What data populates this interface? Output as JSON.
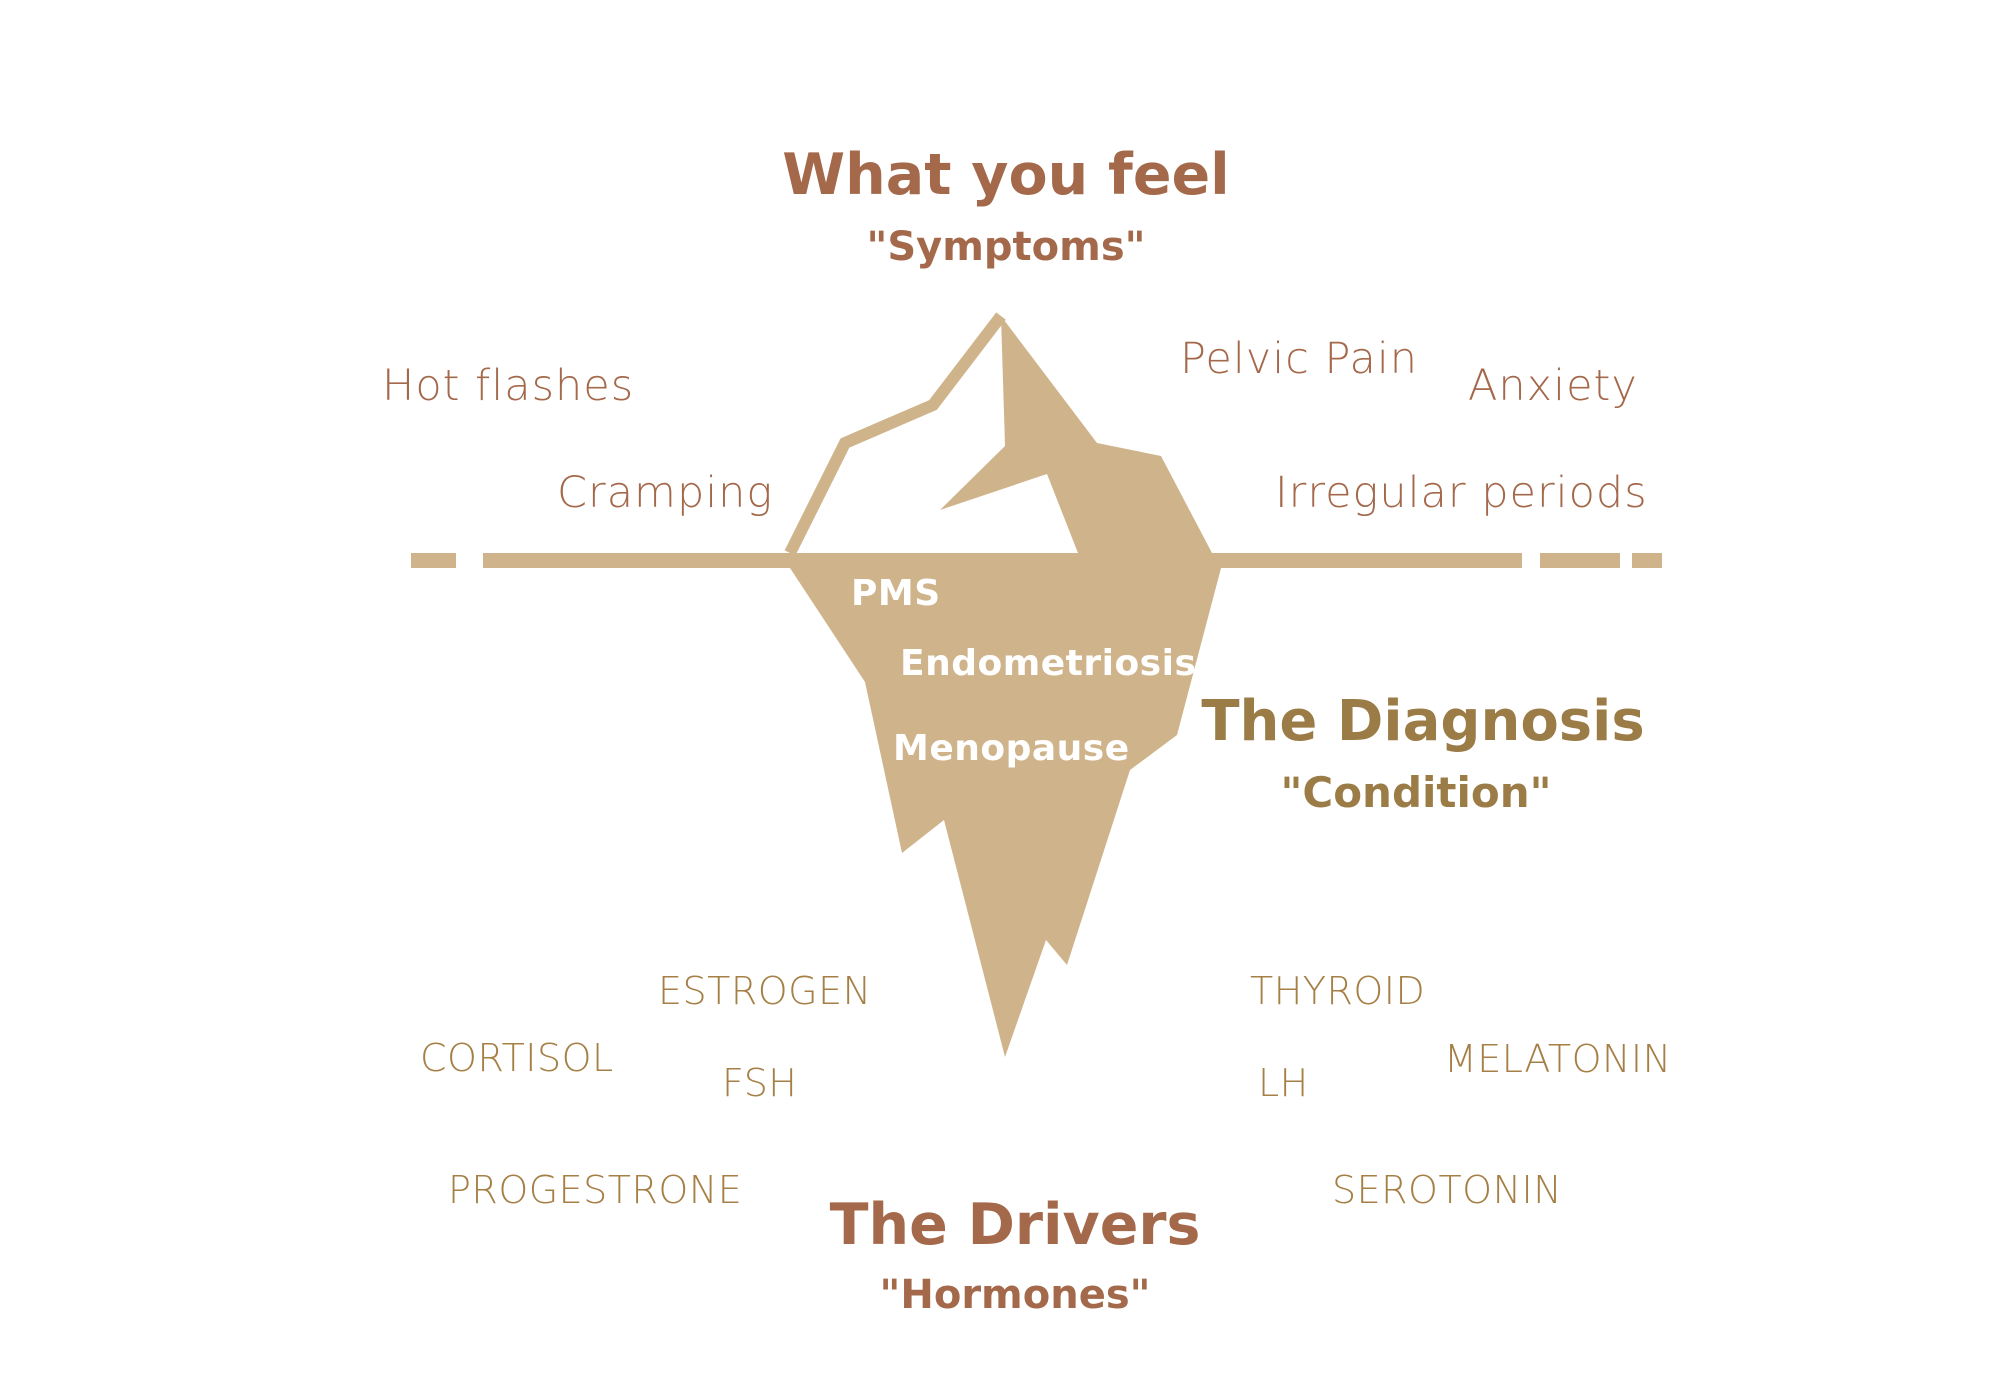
{
  "colors": {
    "iceberg": "#cfb48b",
    "symptom_text": "#a4684a",
    "hormone_text": "#a57f45",
    "diagnosis_text": "#9b7c47",
    "background": "#ffffff"
  },
  "top": {
    "title": "What you feel",
    "subtitle": "\"Symptoms\""
  },
  "diagnosis": {
    "title": "The Diagnosis",
    "subtitle": "\"Condition\""
  },
  "drivers": {
    "title": "The Drivers",
    "subtitle": "\"Hormones\""
  },
  "symptoms": [
    "Hot flashes",
    "Cramping",
    "Pelvic Pain",
    "Anxiety",
    "Irregular periods"
  ],
  "conditions": [
    "PMS",
    "Endometriosis",
    "Menopause"
  ],
  "hormones": [
    "ESTROGEN",
    "CORTISOL",
    "FSH",
    "PROGESTRONE",
    "THYROID",
    "MELATONIN",
    "LH",
    "SEROTONIN"
  ]
}
